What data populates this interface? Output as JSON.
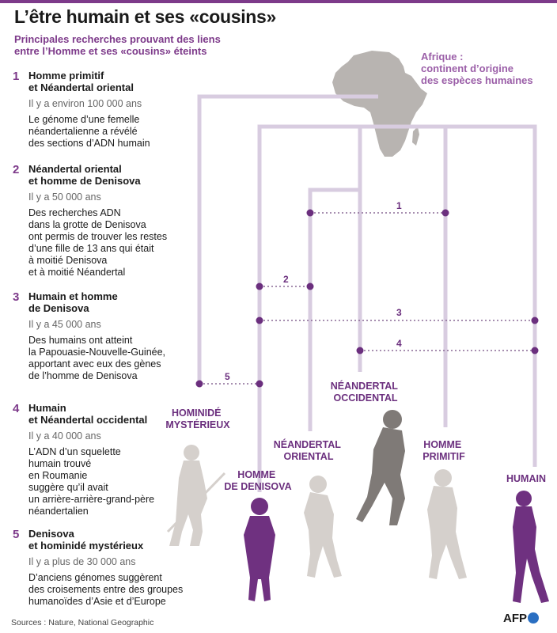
{
  "title": "L’être humain et ses «cousins»",
  "subtitle_lines": [
    "Principales recherches prouvant des liens",
    "entre l’Homme et ses «cousins» éteints"
  ],
  "africa_label_lines": [
    "Afrique :",
    "continent d’origine",
    "des espèces humaines"
  ],
  "events": [
    {
      "num": "1",
      "title_lines": [
        "Homme primitif",
        "et Néandertal oriental"
      ],
      "date": "Il y a environ 100 000 ans",
      "desc_lines": [
        "Le génome d’une femelle",
        "néandertalienne a révélé",
        "des sections d’ADN humain"
      ]
    },
    {
      "num": "2",
      "title_lines": [
        "Néandertal oriental",
        "et homme de Denisova"
      ],
      "date": "Il y a 50 000 ans",
      "desc_lines": [
        "Des recherches ADN",
        "dans la grotte de Denisova",
        "ont permis de trouver les restes",
        "d’une fille de 13 ans qui était",
        "à moitié Denisova",
        "et à moitié Néandertal"
      ]
    },
    {
      "num": "3",
      "title_lines": [
        "Humain et homme",
        "de Denisova"
      ],
      "date": "Il y a 45 000 ans",
      "desc_lines": [
        "Des humains ont atteint",
        "la Papouasie-Nouvelle-Guinée,",
        "apportant avec eux des gènes",
        "de l’homme de Denisova"
      ]
    },
    {
      "num": "4",
      "title_lines": [
        "Humain",
        "et Néandertal occidental"
      ],
      "date": "Il y a 40 000 ans",
      "desc_lines": [
        "L’ADN d’un squelette",
        "humain trouvé",
        "en Roumanie",
        "suggère qu’il avait",
        "un arrière-arrière-grand-père",
        "néandertalien"
      ]
    },
    {
      "num": "5",
      "title_lines": [
        "Denisova",
        "et hominidé mystérieux"
      ],
      "date": "Il y a plus de 30 000 ans",
      "desc_lines": [
        "D’anciens génomes suggèrent",
        "des croisements entre des groupes",
        "humanoïdes d’Asie et d’Europe"
      ]
    }
  ],
  "species": [
    {
      "id": "mysterieux",
      "label_lines": [
        "HOMINIDÉ",
        "MYSTÉRIEUX"
      ]
    },
    {
      "id": "denisova",
      "label_lines": [
        "HOMME",
        "DE DENISOVA"
      ]
    },
    {
      "id": "oriental",
      "label_lines": [
        "NÉANDERTAL",
        "ORIENTAL"
      ]
    },
    {
      "id": "occidental",
      "label_lines": [
        "NÉANDERTAL",
        "OCCIDENTAL"
      ]
    },
    {
      "id": "primitif",
      "label_lines": [
        "HOMME",
        "PRIMITIF"
      ]
    },
    {
      "id": "humain",
      "label_lines": [
        "HUMAIN"
      ]
    }
  ],
  "link_numbers": [
    "1",
    "2",
    "3",
    "4",
    "5"
  ],
  "sources": "Sources : Nature, National Geographic",
  "logo_text": "AFP",
  "colors": {
    "accent": "#7d3a8a",
    "label_purple": "#6b2f7e",
    "tree_line": "#d8cce0",
    "figure_gray": "#d5d0cc",
    "figure_dark": "#7f7a77",
    "figure_purple": "#6f3180",
    "africa": "#b8b4b1"
  },
  "icons": [
    "africa-map",
    "hominid-figure",
    "afp-logo-dot"
  ]
}
